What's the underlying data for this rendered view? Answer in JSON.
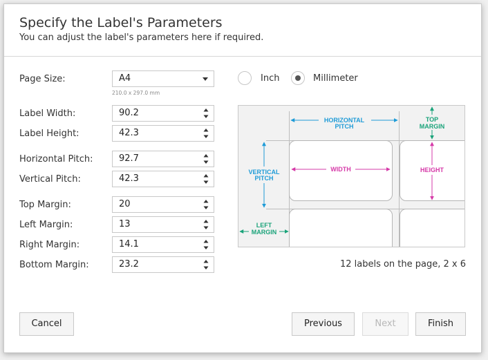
{
  "dialog": {
    "title": "Specify the Label's Parameters",
    "subtitle": "You can adjust the label's parameters here if required."
  },
  "page_size": {
    "label": "Page Size:",
    "value": "A4",
    "hint": "210.0 x 297.0 mm"
  },
  "units": {
    "inch_label": "Inch",
    "mm_label": "Millimeter",
    "selected": "Millimeter"
  },
  "fields": {
    "label_width": {
      "label": "Label Width:",
      "value": "90.2"
    },
    "label_height": {
      "label": "Label Height:",
      "value": "42.3"
    },
    "horizontal_pitch": {
      "label": "Horizontal Pitch:",
      "value": "92.7"
    },
    "vertical_pitch": {
      "label": "Vertical Pitch:",
      "value": "42.3"
    },
    "top_margin": {
      "label": "Top Margin:",
      "value": "20"
    },
    "left_margin": {
      "label": "Left Margin:",
      "value": "13"
    },
    "right_margin": {
      "label": "Right Margin:",
      "value": "14.1"
    },
    "bottom_margin": {
      "label": "Bottom Margin:",
      "value": "23.2"
    }
  },
  "diagram": {
    "horizontal_pitch_1": "HORIZONTAL",
    "horizontal_pitch_2": "PITCH",
    "top_margin_1": "TOP",
    "top_margin_2": "MARGIN",
    "vertical_pitch_1": "VERTICAL",
    "vertical_pitch_2": "PITCH",
    "width": "WIDTH",
    "height": "HEIGHT",
    "left_margin_1": "LEFT",
    "left_margin_2": "MARGIN",
    "colors": {
      "pitch": "#1e9bd7",
      "margin": "#1aa37a",
      "size": "#d63aa8"
    }
  },
  "summary": "12 labels on the page, 2 x 6",
  "buttons": {
    "cancel": "Cancel",
    "previous": "Previous",
    "next": "Next",
    "finish": "Finish"
  }
}
